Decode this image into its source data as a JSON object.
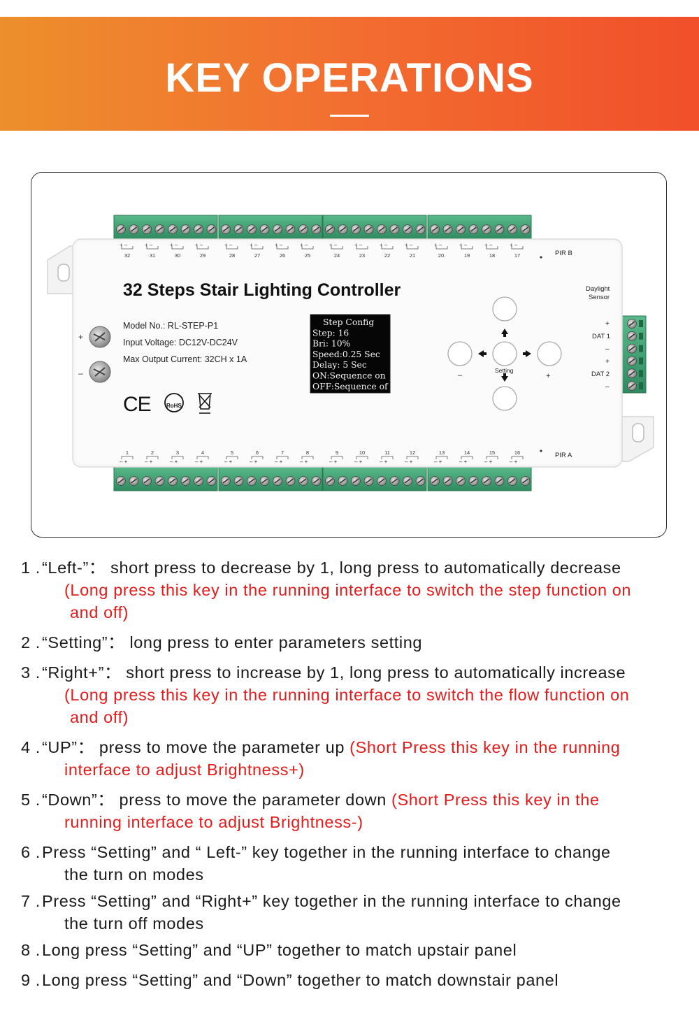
{
  "banner": {
    "title": "KEY OPERATIONS"
  },
  "device": {
    "title": "32 Steps Stair Lighting Controller",
    "model": "Model No.: RL-STEP-P1",
    "voltage": "Input Voltage: DC12V-DC24V",
    "current": "Max Output Current: 32CH x 1A",
    "pir_b": "PIR B",
    "pir_a": "PIR A",
    "daylight": "Daylight",
    "sensor": "Sensor",
    "dat1": "DAT 1",
    "dat2": "DAT 2",
    "plus": "+",
    "minus": "–",
    "setting": "Setting",
    "ce": "CE",
    "rohs": "RoHS",
    "screen": [
      "Step Config",
      "Step: 16",
      " Bri:  10%",
      "Speed:0.25 Sec",
      "Delay: 5 Sec",
      " ON:Sequence on",
      "OFF:Sequence of"
    ],
    "top_channels": [
      "32",
      "31",
      "30",
      "29",
      "28",
      "27",
      "26",
      "25",
      "24",
      "23",
      "22",
      "21",
      "20.",
      "19",
      "18",
      "17"
    ],
    "bottom_channels": [
      "1",
      "2",
      "3",
      "4",
      "5",
      "6",
      "7",
      "8",
      "9",
      "10",
      "11",
      "12",
      "13",
      "14",
      "15",
      "16"
    ]
  },
  "ops": [
    {
      "num": "1 .",
      "line1": "“Left-”： short press to decrease by 1, long press to automatically decrease",
      "red1": "(Long press this key in the running interface to switch the step function on",
      "red2": "and off)"
    },
    {
      "num": "2 .",
      "line1": "“Setting”： long press to enter parameters setting"
    },
    {
      "num": "3 .",
      "line1": "“Right+”： short press to increase by 1, long press to automatically increase",
      "red1": "(Long press this key in the running interface to switch the flow function on",
      "red2": "and off)"
    },
    {
      "num": "4 .",
      "line1": "“UP”： press to move the parameter up ",
      "red_inline": "(Short Press this key in the running",
      "red1": "interface to adjust Brightness+)"
    },
    {
      "num": "5 .",
      "line1": "“Down”： press to move the  parameter down ",
      "red_inline": "(Short Press this key in the",
      "red1": "running interface to adjust Brightness-)"
    },
    {
      "num": "6 .",
      "line1": "Press “Setting” and “ Left-” key together in the running interface to change",
      "line2": "the turn on modes"
    },
    {
      "num": "7 .",
      "line1": "Press “Setting” and “Right+” key together in the running interface to change",
      "line2": "the turn off modes"
    },
    {
      "num": "8 .",
      "line1": "Long press “Setting” and “UP” together to match upstair panel"
    },
    {
      "num": "9 .",
      "line1": "Long press “Setting” and “Down” together to match downstair panel"
    }
  ]
}
